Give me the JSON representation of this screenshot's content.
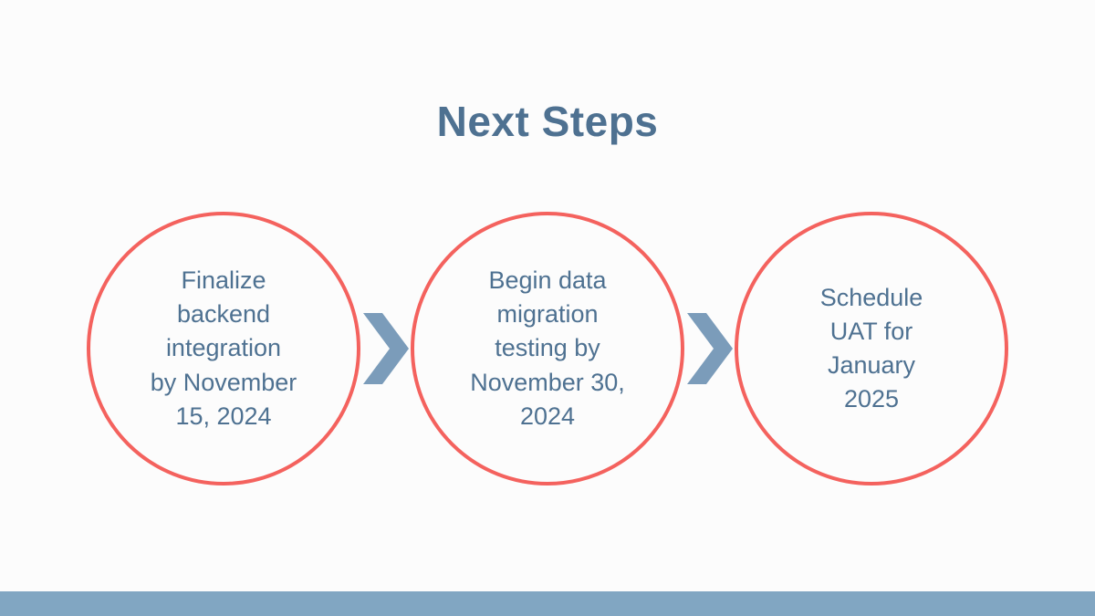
{
  "slide": {
    "title": "Next Steps",
    "steps": [
      {
        "label": "Finalize\nbackend\nintegration\nby November\n15, 2024"
      },
      {
        "label": "Begin data\nmigration\ntesting by\nNovember 30,\n2024"
      },
      {
        "label": "Schedule\nUAT for\nJanuary\n2025"
      }
    ],
    "connectors": [
      {
        "icon": "chevron-right"
      },
      {
        "icon": "chevron-right"
      }
    ],
    "colors": {
      "background": "#fcfcfc",
      "text": "#4e7191",
      "circle_border": "#f4625e",
      "chevron": "#7b9cba",
      "footer_bar": "#81a6c2"
    }
  }
}
